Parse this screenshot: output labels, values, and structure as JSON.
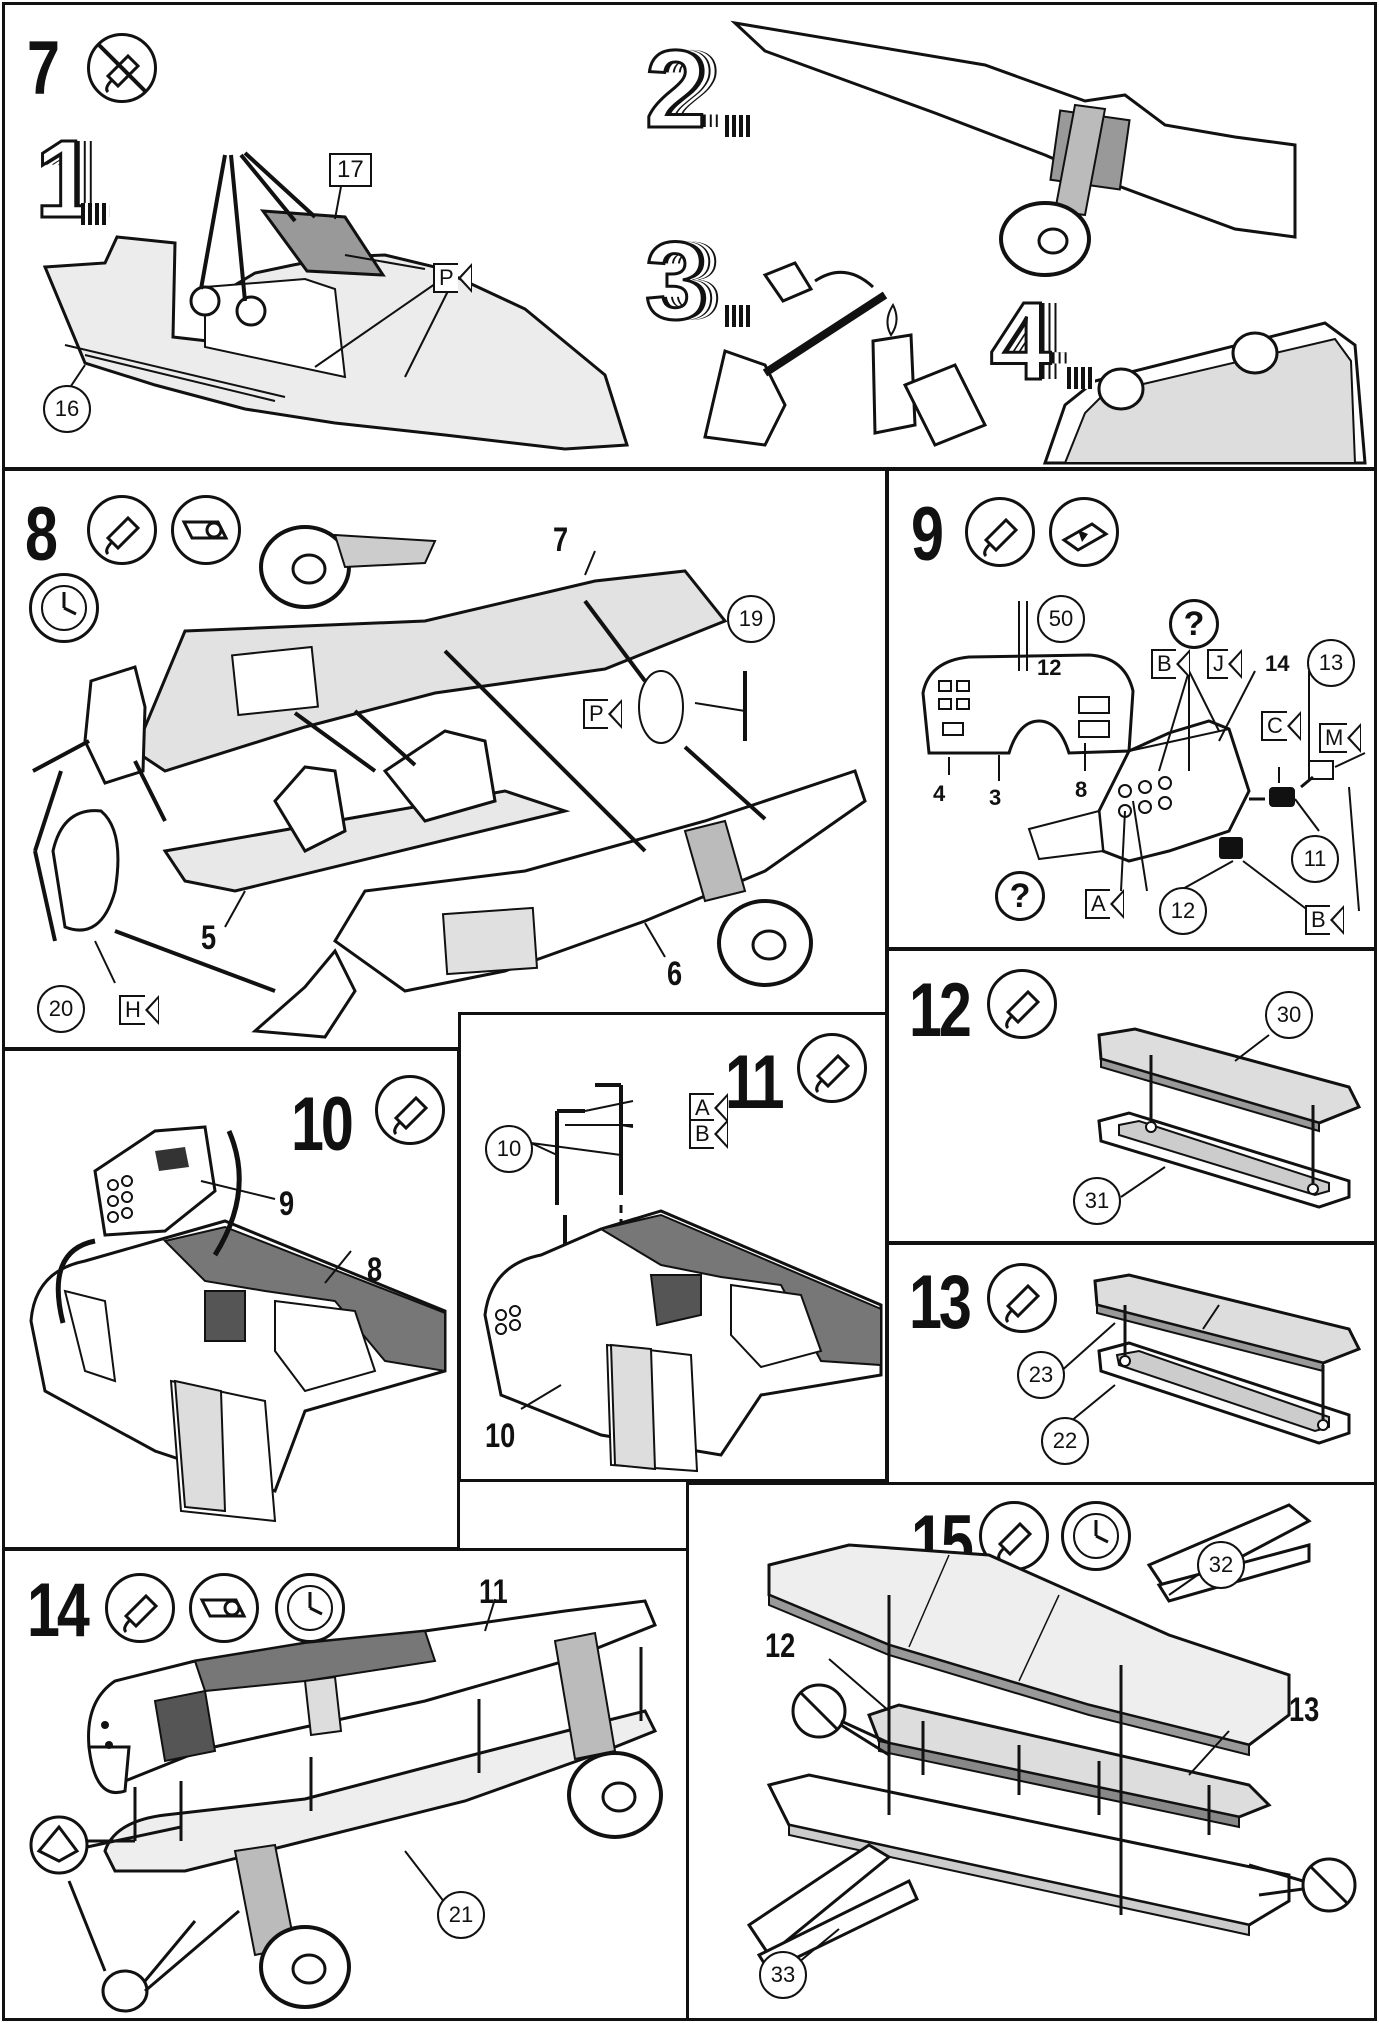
{
  "step7": {
    "number": "7",
    "substeps": [
      "1",
      "2",
      "3",
      "4"
    ],
    "labels": {
      "part16": "16",
      "part17": "17",
      "paint_P": "P"
    }
  },
  "step8": {
    "number": "8",
    "labels": {
      "part7": "7",
      "part5": "5",
      "part6": "6",
      "part19": "19",
      "part20": "20",
      "paint_P": "P",
      "paint_H": "H"
    }
  },
  "step9": {
    "number": "9",
    "labels": {
      "part50": "50",
      "part12a": "12",
      "part4": "4",
      "part3": "3",
      "part8": "8",
      "part14": "14",
      "part13": "13",
      "part11": "11",
      "part12b": "12",
      "paint_B1": "B",
      "paint_J": "J",
      "paint_C": "C",
      "paint_M": "M",
      "paint_A": "A",
      "paint_B2": "B"
    },
    "question": "?"
  },
  "step10": {
    "number": "10",
    "labels": {
      "part9": "9",
      "part8": "8"
    }
  },
  "step11": {
    "number": "11",
    "labels": {
      "part10a": "10",
      "part10b": "10",
      "paint_A": "A",
      "paint_B": "B"
    }
  },
  "step12": {
    "number": "12",
    "labels": {
      "part30": "30",
      "part31": "31"
    }
  },
  "step13": {
    "number": "13",
    "labels": {
      "part23": "23",
      "part22": "22"
    }
  },
  "step14": {
    "number": "14",
    "labels": {
      "part11": "11",
      "part21": "21"
    }
  },
  "step15": {
    "number": "15",
    "labels": {
      "part32": "32",
      "part12": "12",
      "part13": "13",
      "part33": "33"
    }
  },
  "icons": [
    "no-glue-icon",
    "glue-tube-icon",
    "tape-icon",
    "clock-icon",
    "decal-icon",
    "spring-clip-icon"
  ]
}
